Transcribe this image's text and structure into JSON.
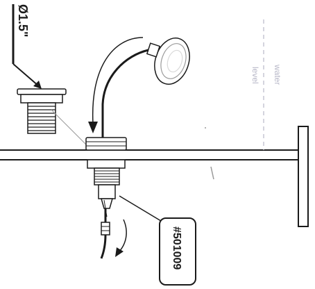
{
  "diagram": {
    "diameter_label": "Ø1.5\"",
    "water_level_line1": "water",
    "water_level_line2": "level",
    "part_number": "#501009"
  },
  "colors": {
    "ink": "#1a1a1a",
    "gray": "#9a9a9a",
    "light": "#d9d9d9",
    "water_level": "#b8b8c8"
  }
}
